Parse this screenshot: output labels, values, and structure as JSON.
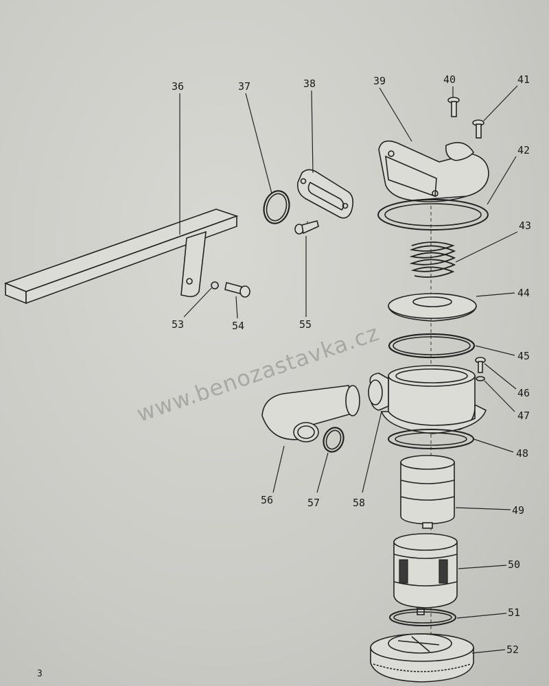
{
  "watermark": "www.benozastavka.cz",
  "page_number": "3",
  "callouts": {
    "c36": "36",
    "c37": "37",
    "c38": "38",
    "c39": "39",
    "c40": "40",
    "c41": "41",
    "c42": "42",
    "c43": "43",
    "c44": "44",
    "c45": "45",
    "c46": "46",
    "c47": "47",
    "c48": "48",
    "c49": "49",
    "c50": "50",
    "c51": "51",
    "c52": "52",
    "c53": "53",
    "c54": "54",
    "c55": "55",
    "c56": "56",
    "c57": "57",
    "c58": "58"
  }
}
